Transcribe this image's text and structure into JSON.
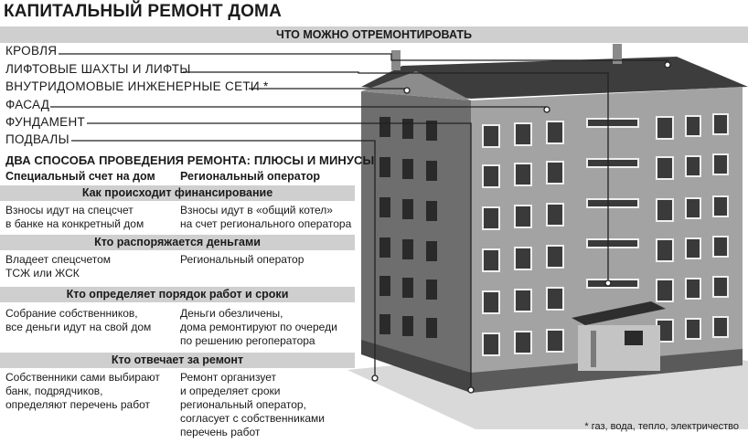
{
  "title": "КАПИТАЛЬНЫЙ РЕМОНТ ДОМА",
  "subtitle": "ЧТО МОЖНО ОТРЕМОНТИРОВАТЬ",
  "parts": [
    "КРОВЛЯ",
    "ЛИФТОВЫЕ ШАХТЫ И ЛИФТЫ",
    "ВНУТРИДОМОВЫЕ ИНЖЕНЕРНЫЕ СЕТИ *",
    "ФАСАД",
    "ФУНДАМЕНТ",
    "ПОДВАЛЫ"
  ],
  "comparison": {
    "heading": "ДВА СПОСОБА ПРОВЕДЕНИЯ РЕМОНТА: ПЛЮСЫ И МИНУСЫ",
    "col1": "Специальный счет на дом",
    "col2": "Региональный оператор",
    "sections": [
      {
        "title": "Как происходит финансирование",
        "left": "Взносы идут на спецсчет\nв банке на конкретный дом",
        "right": "Взносы идут в «общий котел»\nна счет регионального оператора"
      },
      {
        "title": "Кто распоряжается деньгами",
        "left": "Владеет спецсчетом\nТСЖ или ЖСК",
        "right": "Региональный оператор"
      },
      {
        "title": "Кто определяет порядок работ и сроки",
        "left": "Собрание собственников,\nвсе деньги идут на свой дом",
        "right": "Деньги обезличены,\nдома ремонтируют по очереди\nпо решению регоператора"
      },
      {
        "title": "Кто отвечает за ремонт",
        "left": "Собственники сами выбирают\nбанк, подрядчиков,\nопределяют перечень работ",
        "right": "Ремонт организует\nи определяет сроки\nрегиональный оператор,\nсогласует с собственниками\nперечень работ"
      }
    ]
  },
  "footnote": "* газ, вода, тепло, электричество"
}
